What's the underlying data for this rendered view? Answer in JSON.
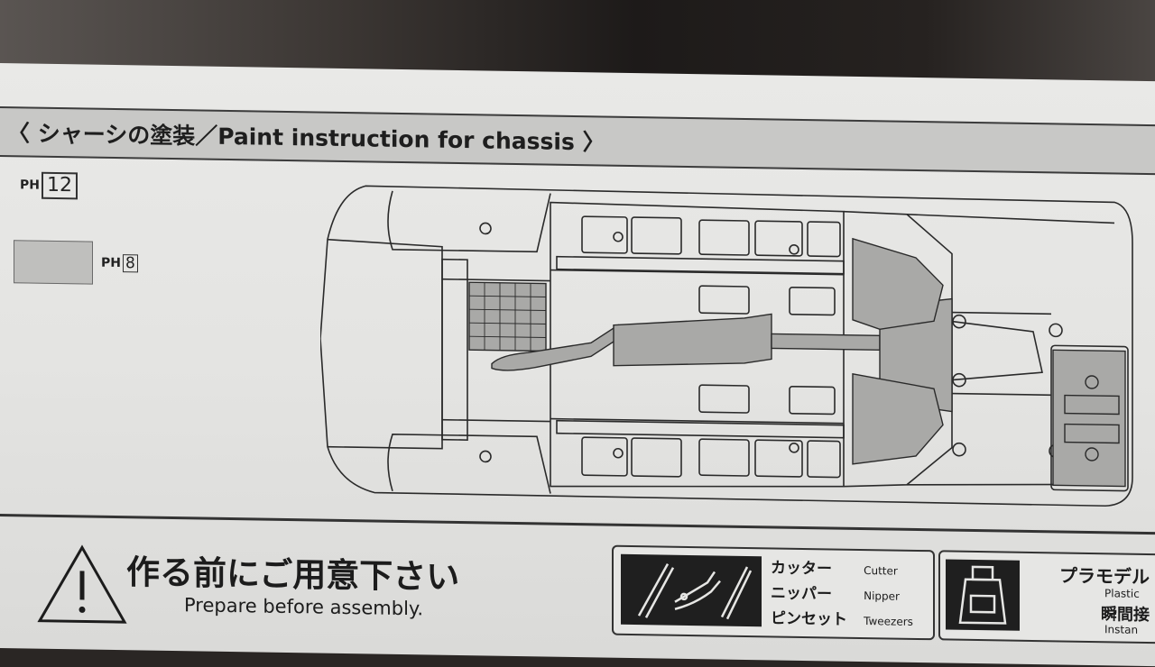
{
  "header": {
    "title": "〈 シャーシの塗装／Paint instruction for chassis 〉"
  },
  "paint_codes": {
    "ph_label": "PH",
    "primary_code": "12",
    "swatch_label": "PH",
    "swatch_code": "8"
  },
  "prepare": {
    "title_jp": "作る前にご用意下さい",
    "title_en": "Prepare before assembly."
  },
  "tools": [
    {
      "jp": "カッター",
      "en": "Cutter"
    },
    {
      "jp": "ニッパー",
      "en": "Nipper"
    },
    {
      "jp": "ピンセット",
      "en": "Tweezers"
    }
  ],
  "glue": {
    "jp1": "プラモデル",
    "en1": "Plastic",
    "jp2": "瞬間接",
    "en2": "Instan"
  },
  "colors": {
    "sheet": "#e6e6e4",
    "band": "#c8c8c6",
    "ink": "#1e1e1e",
    "paint_fill": "#a9a9a7"
  }
}
